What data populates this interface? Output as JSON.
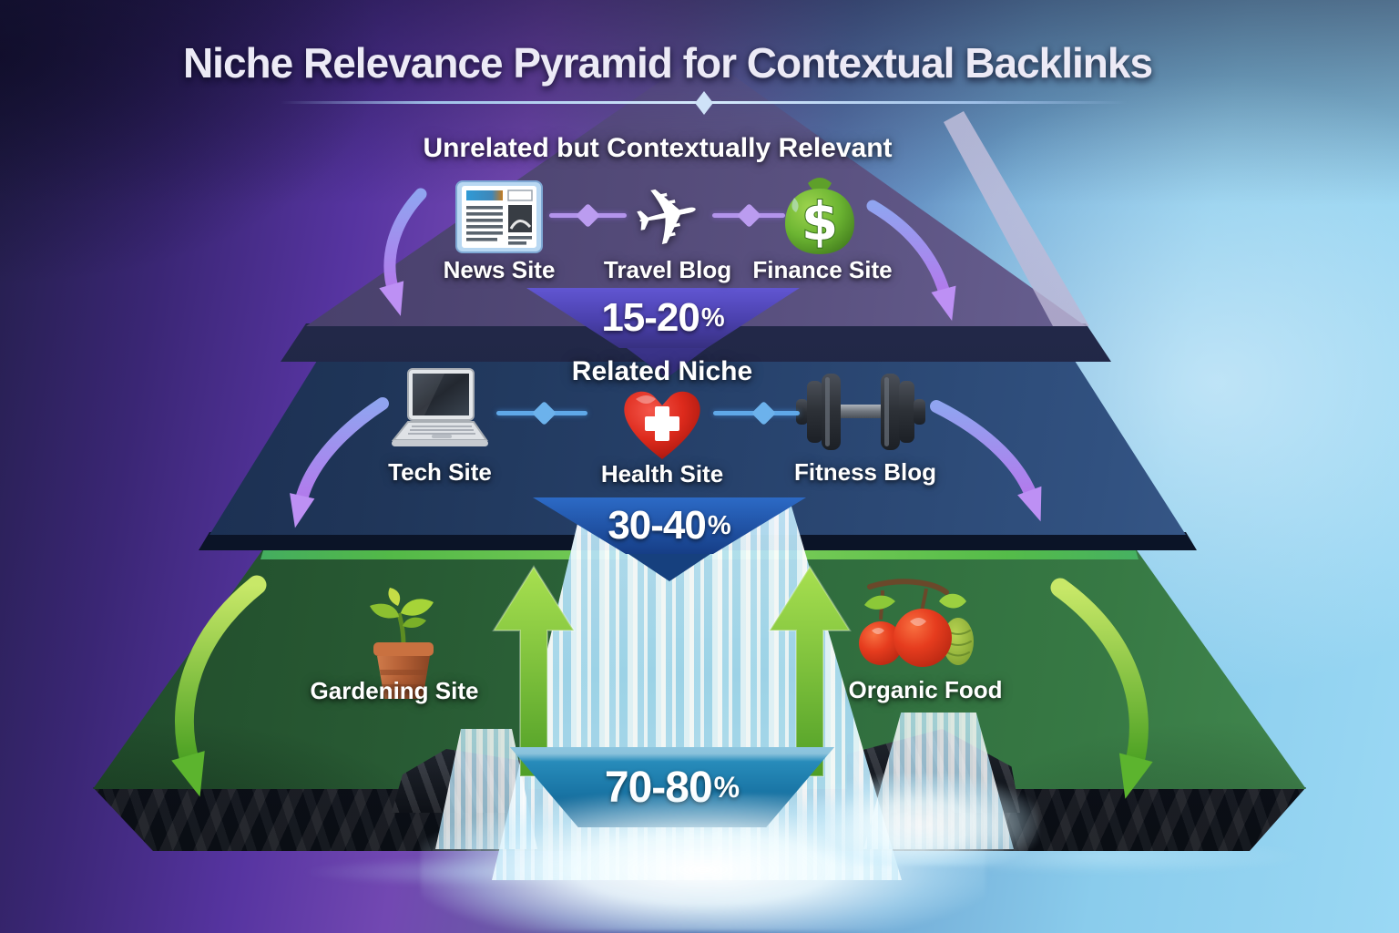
{
  "title": "Niche Relevance Pyramid for Contextual Backlinks",
  "icons": {
    "plane_glyph": "✈",
    "dollar_glyph": "$"
  },
  "tiers": [
    {
      "id": "unrelated",
      "heading": "Unrelated but Contextually Relevant",
      "badge": {
        "value": "15-20",
        "unit": "%"
      },
      "items": [
        {
          "label": "News Site",
          "icon": "newspaper-icon"
        },
        {
          "label": "Travel Blog",
          "icon": "airplane-icon"
        },
        {
          "label": "Finance Site",
          "icon": "money-bag-icon"
        }
      ]
    },
    {
      "id": "related-niche",
      "heading": "Related Niche",
      "badge": {
        "value": "30-40",
        "unit": "%"
      },
      "items": [
        {
          "label": "Tech Site",
          "icon": "laptop-icon"
        },
        {
          "label": "Health Site",
          "icon": "heart-cross-icon"
        },
        {
          "label": "Fitness Blog",
          "icon": "dumbbell-icon"
        }
      ]
    },
    {
      "id": "exact-niche",
      "heading": "",
      "badge": {
        "value": "70-80",
        "unit": "%"
      },
      "items": [
        {
          "label": "Gardening Site",
          "icon": "potted-plant-icon"
        },
        {
          "label": "Organic Food",
          "icon": "fruits-icon"
        }
      ]
    }
  ],
  "colors": {
    "background_left": "#5c35a0",
    "background_right": "#8ed2f0",
    "tier_top": "#5a5180",
    "tier_middle": "#27426c",
    "tier_bottom": "#2e6a3c",
    "badge_top": "#4a40ac",
    "badge_middle": "#2052a4",
    "badge_bottom": "#1a76a6",
    "connector_top": "#b394ec",
    "connector_middle": "#5fa8e8",
    "arrow_purple": "#a87ce6",
    "arrow_green": "#5cb42e",
    "water": "#0e3d62"
  }
}
